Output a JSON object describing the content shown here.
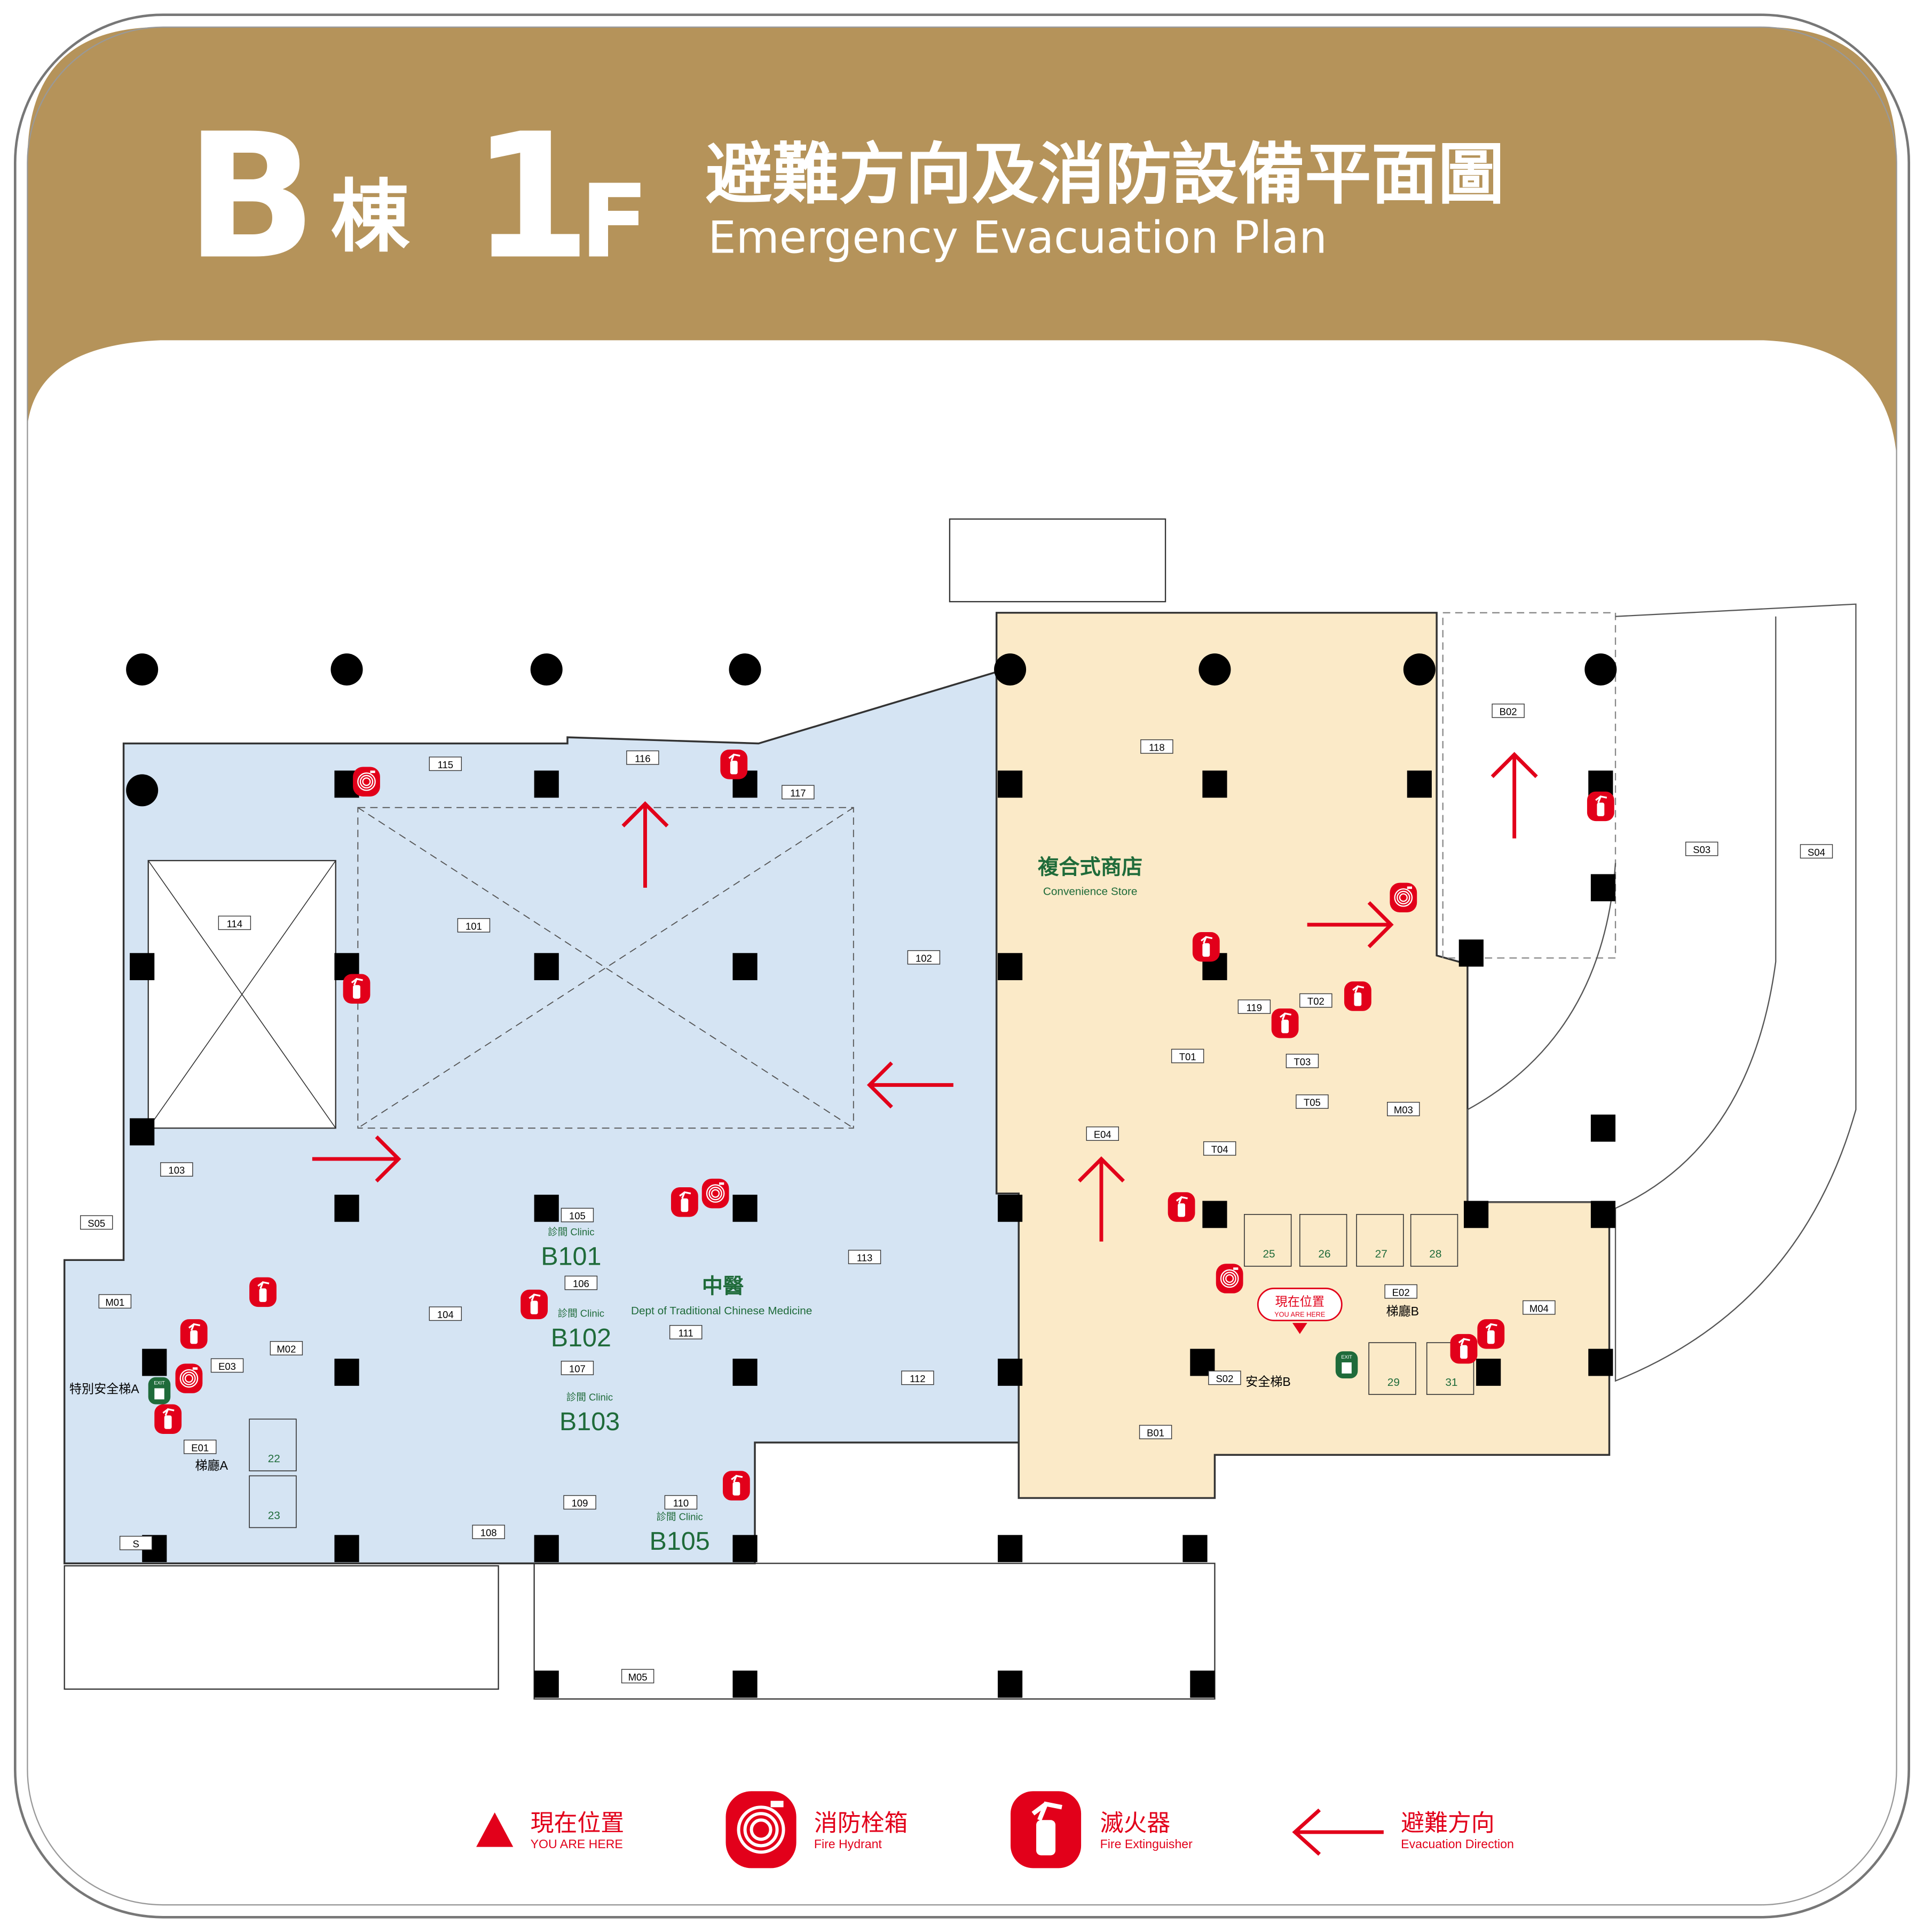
{
  "header": {
    "building_letter": "B",
    "building_suffix": "棟",
    "floor_number": "1",
    "floor_suffix": "F",
    "title_zh": "避難方向及消防設備平面圖",
    "title_en": "Emergency Evacuation Plan"
  },
  "colors": {
    "header_bg": "#B5935A",
    "clinic_zone": "#D5E4F3",
    "store_zone": "#FBEAC8",
    "red": "#E2001A",
    "green": "#1F6B3A",
    "column": "#000000"
  },
  "rooms": [
    "115",
    "116",
    "117",
    "118",
    "114",
    "101",
    "102",
    "B02",
    "S03",
    "S04",
    "119",
    "T02",
    "T01",
    "T03",
    "T05",
    "M03",
    "E04",
    "T04",
    "103",
    "S05",
    "105",
    "106",
    "113",
    "104",
    "M01",
    "M02",
    "E03",
    "111",
    "107",
    "112",
    "E01",
    "E02",
    "M04",
    "S02",
    "B01",
    "109",
    "110",
    "108",
    "M05",
    "S"
  ],
  "elevators": [
    "22",
    "23",
    "25",
    "26",
    "27",
    "28",
    "29",
    "31"
  ],
  "labels": {
    "lobby_a": "梯廳A",
    "stair_a": "特別安全梯A",
    "lobby_b": "梯廳B",
    "stair_b": "安全梯B",
    "store_zh": "複合式商店",
    "store_en": "Convenience Store",
    "tcm_zh": "中醫",
    "tcm_en": "Dept of Traditional Chinese Medicine"
  },
  "clinics": [
    {
      "caption": "診間 Clinic",
      "code": "B101"
    },
    {
      "caption": "診間 Clinic",
      "code": "B102"
    },
    {
      "caption": "診間 Clinic",
      "code": "B103"
    },
    {
      "caption": "診間 Clinic",
      "code": "B105"
    }
  ],
  "you_are_here": {
    "zh": "現在位置",
    "en": "YOU ARE HERE"
  },
  "exit_sign": "EXIT",
  "icons": {
    "extinguisher": "fire-extinguisher-icon",
    "hydrant": "fire-hydrant-icon",
    "exit": "exit-sign-icon",
    "arrow": "evacuation-arrow-icon"
  },
  "legend": [
    {
      "zh": "現在位置",
      "en": "YOU ARE HERE",
      "icon": "you-are-here-triangle"
    },
    {
      "zh": "消防栓箱",
      "en": "Fire Hydrant",
      "icon": "fire-hydrant-icon"
    },
    {
      "zh": "滅火器",
      "en": "Fire Extinguisher",
      "icon": "fire-extinguisher-icon"
    },
    {
      "zh": "避難方向",
      "en": "Evacuation Direction",
      "icon": "evacuation-arrow-icon"
    }
  ]
}
